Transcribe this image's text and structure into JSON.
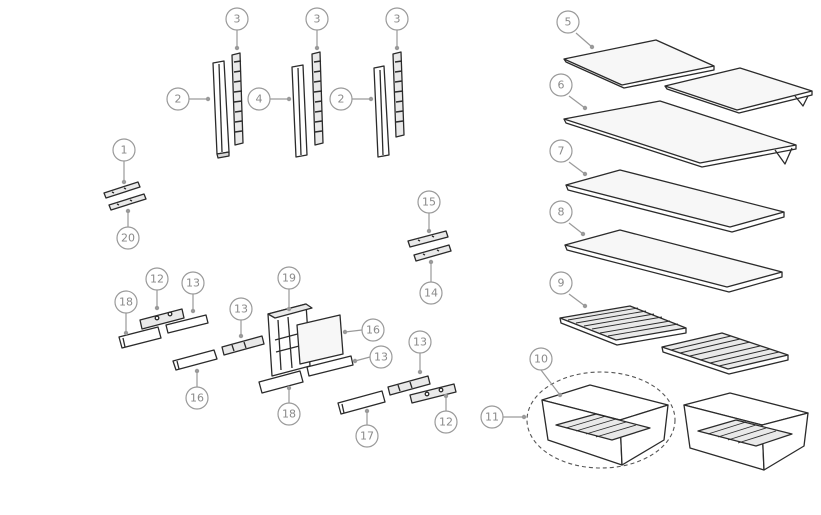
{
  "colors": {
    "line": "#2b2b2b",
    "callout": "#9a9a9a",
    "callout_text": "#8a8a8a",
    "part_fill": "#e9e9e9",
    "glass_fill": "#f7f7f7"
  },
  "callouts": [
    {
      "id": "c-1",
      "label": "1"
    },
    {
      "id": "c-2a",
      "label": "2"
    },
    {
      "id": "c-2b",
      "label": "2"
    },
    {
      "id": "c-3a",
      "label": "3"
    },
    {
      "id": "c-3b",
      "label": "3"
    },
    {
      "id": "c-3c",
      "label": "3"
    },
    {
      "id": "c-4",
      "label": "4"
    },
    {
      "id": "c-5",
      "label": "5"
    },
    {
      "id": "c-6",
      "label": "6"
    },
    {
      "id": "c-7",
      "label": "7"
    },
    {
      "id": "c-8",
      "label": "8"
    },
    {
      "id": "c-9",
      "label": "9"
    },
    {
      "id": "c-10",
      "label": "10"
    },
    {
      "id": "c-11",
      "label": "11"
    },
    {
      "id": "c-12a",
      "label": "12"
    },
    {
      "id": "c-12b",
      "label": "12"
    },
    {
      "id": "c-13a",
      "label": "13"
    },
    {
      "id": "c-13b",
      "label": "13"
    },
    {
      "id": "c-13c",
      "label": "13"
    },
    {
      "id": "c-13d",
      "label": "13"
    },
    {
      "id": "c-14",
      "label": "14"
    },
    {
      "id": "c-15",
      "label": "15"
    },
    {
      "id": "c-16a",
      "label": "16"
    },
    {
      "id": "c-16b",
      "label": "16"
    },
    {
      "id": "c-17",
      "label": "17"
    },
    {
      "id": "c-18a",
      "label": "18"
    },
    {
      "id": "c-18b",
      "label": "18"
    },
    {
      "id": "c-19",
      "label": "19"
    },
    {
      "id": "c-20",
      "label": "20"
    }
  ]
}
